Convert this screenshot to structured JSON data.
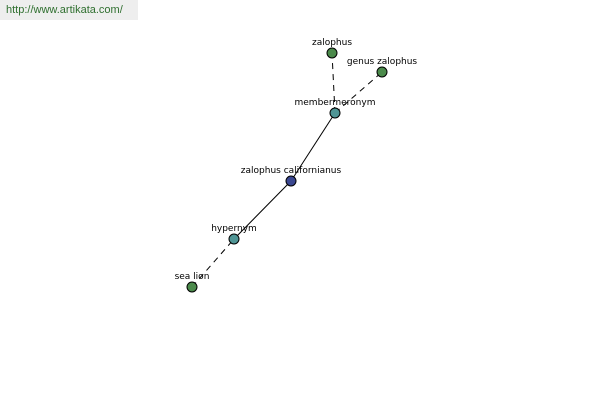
{
  "source_link": {
    "text": "http://www.artikata.com/"
  },
  "colors": {
    "root": "#3a4790",
    "relation": "#4f9595",
    "leaf": "#4b8a4b",
    "link": "#2f6f2f"
  },
  "graph": {
    "nodes": [
      {
        "id": "sea-lion",
        "label": "sea lion",
        "kind": "leaf"
      },
      {
        "id": "hypernym",
        "label": "hypernym",
        "kind": "relation"
      },
      {
        "id": "zalophus-californianus",
        "label": "zalophus californianus",
        "kind": "root"
      },
      {
        "id": "membermeronym",
        "label": "membermeronym",
        "kind": "relation"
      },
      {
        "id": "zalophus",
        "label": "zalophus",
        "kind": "leaf"
      },
      {
        "id": "genus-zalophus",
        "label": "genus zalophus",
        "kind": "leaf"
      }
    ],
    "edges": [
      {
        "from": "sea-lion",
        "to": "hypernym",
        "style": "dashed"
      },
      {
        "from": "hypernym",
        "to": "zalophus-californianus",
        "style": "solid"
      },
      {
        "from": "zalophus-californianus",
        "to": "membermeronym",
        "style": "solid"
      },
      {
        "from": "membermeronym",
        "to": "zalophus",
        "style": "dashed"
      },
      {
        "from": "membermeronym",
        "to": "genus-zalophus",
        "style": "dashed"
      }
    ]
  }
}
